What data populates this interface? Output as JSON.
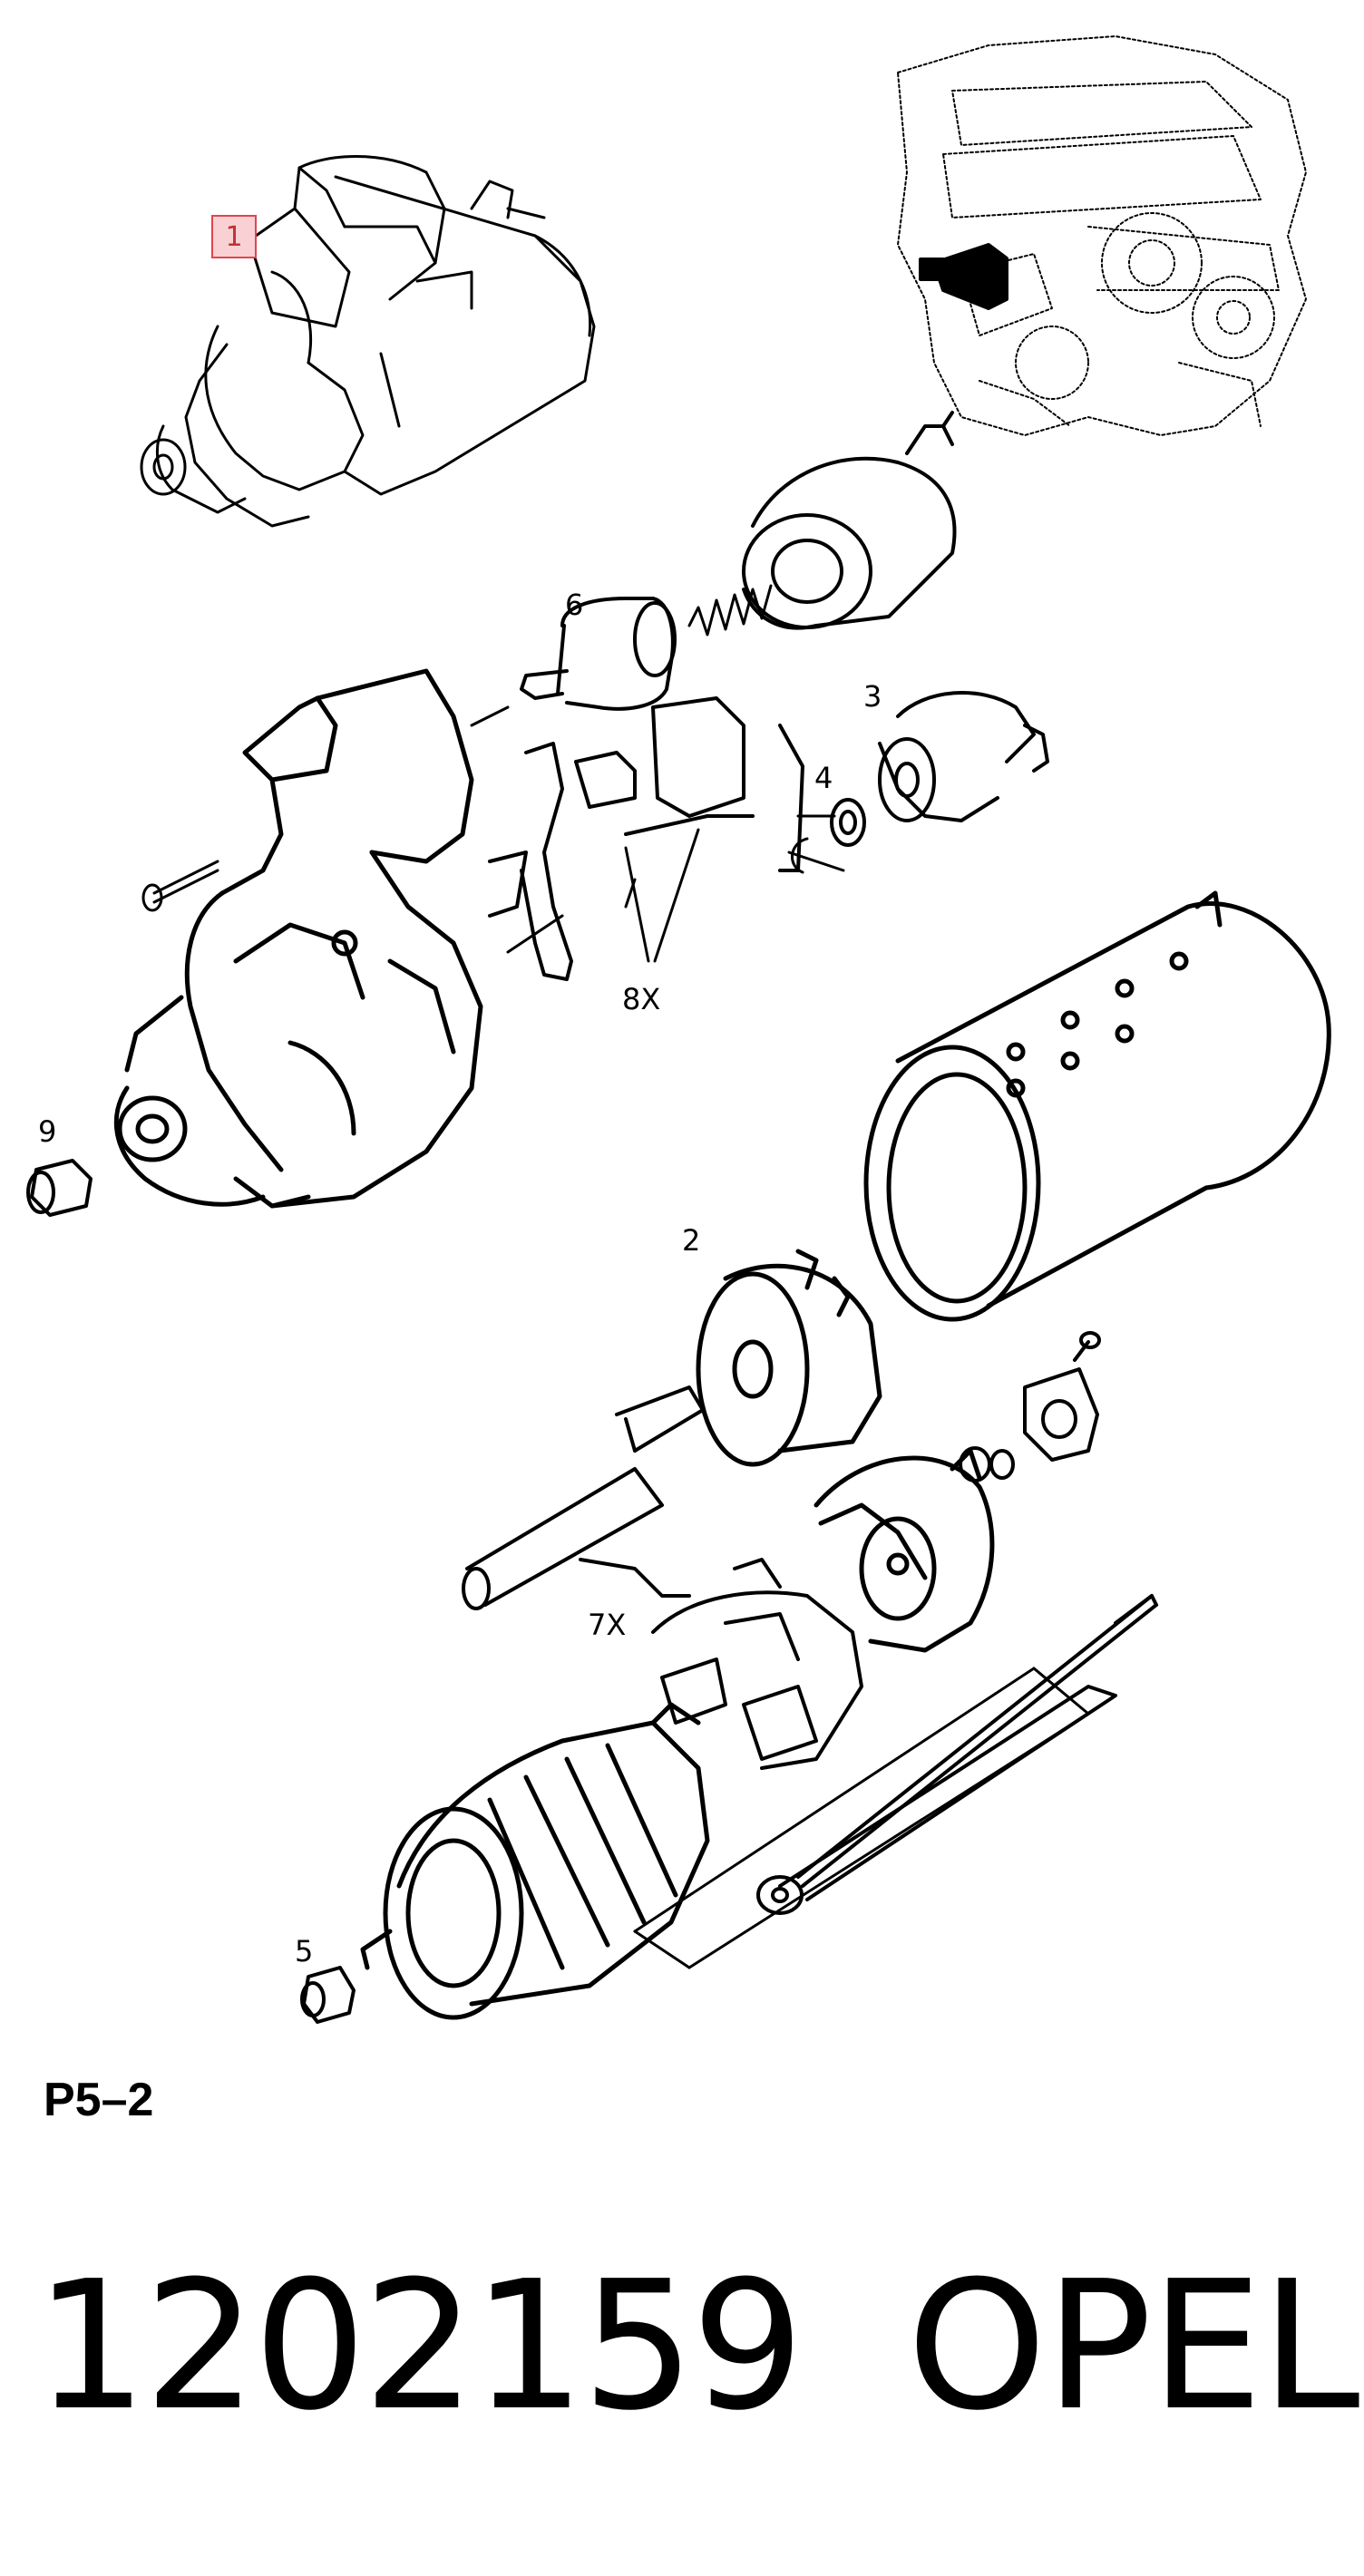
{
  "callouts": {
    "c1": "1",
    "c2": "2",
    "c3": "3",
    "c4": "4",
    "c5": "5",
    "c6": "6",
    "c7": "7X",
    "c8": "8X",
    "c9": "9"
  },
  "diagram_code": "P5–2",
  "part_number": "1202159",
  "brand": "OPEL",
  "colors": {
    "highlight_fill": "#f9d1d4",
    "highlight_stroke": "#e1454f",
    "line": "#000000"
  }
}
